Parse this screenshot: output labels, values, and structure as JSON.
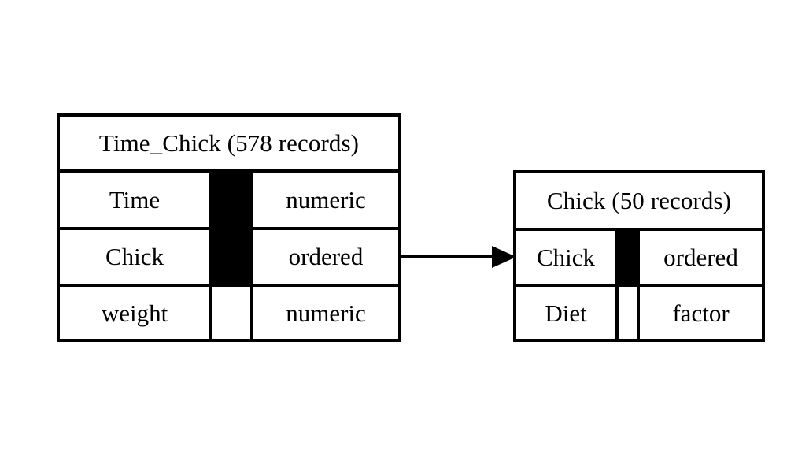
{
  "diagram": {
    "type": "entity-relationship-diagram",
    "background_color": "#ffffff",
    "line_color": "#000000",
    "entities": [
      {
        "id": "time-chick",
        "title": "Time_Chick (578 records)",
        "name": "Time_Chick",
        "record_count": "578 records",
        "fields": [
          {
            "name": "Time",
            "type": "numeric",
            "is_key": true
          },
          {
            "name": "Chick",
            "type": "ordered",
            "is_key": true
          },
          {
            "name": "weight",
            "type": "numeric",
            "is_key": false
          }
        ]
      },
      {
        "id": "chick",
        "title": "Chick (50 records)",
        "name": "Chick",
        "record_count": "50 records",
        "fields": [
          {
            "name": "Chick",
            "type": "ordered",
            "is_key": true
          },
          {
            "name": "Diet",
            "type": "factor",
            "is_key": false
          }
        ]
      }
    ],
    "relationship": {
      "icon": "arrow-right-icon",
      "from_entity": "time-chick",
      "from_field": "Chick",
      "to_entity": "chick",
      "to_field": "Chick",
      "label": ""
    }
  }
}
